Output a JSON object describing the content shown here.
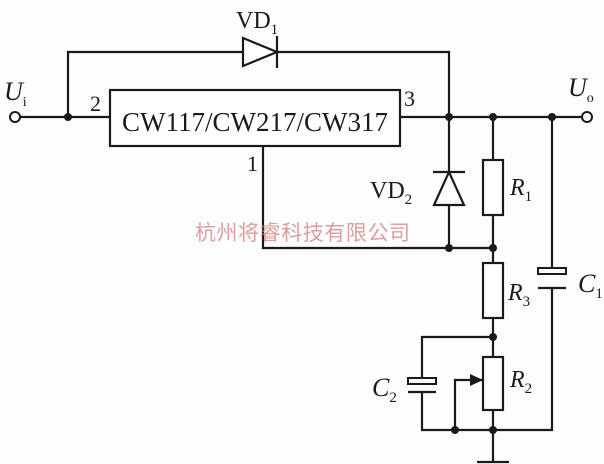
{
  "diagram": {
    "regulator": {
      "label": "CW117/CW217/CW317",
      "pin_in": "2",
      "pin_out": "3",
      "pin_adj": "1"
    },
    "input": {
      "symbol": "U",
      "sub": "i"
    },
    "output": {
      "symbol": "U",
      "sub": "o"
    },
    "vd1": {
      "symbol": "VD",
      "sub": "1"
    },
    "vd2": {
      "symbol": "VD",
      "sub": "2"
    },
    "r1": {
      "symbol": "R",
      "sub": "1"
    },
    "r2": {
      "symbol": "R",
      "sub": "2"
    },
    "r3": {
      "symbol": "R",
      "sub": "3"
    },
    "c1": {
      "symbol": "C",
      "sub": "1"
    },
    "c2": {
      "symbol": "C",
      "sub": "2"
    },
    "watermark": "杭州将睿科技有限公司"
  },
  "colors": {
    "wire": "#1a1a1a",
    "watermark": "#d08080"
  }
}
